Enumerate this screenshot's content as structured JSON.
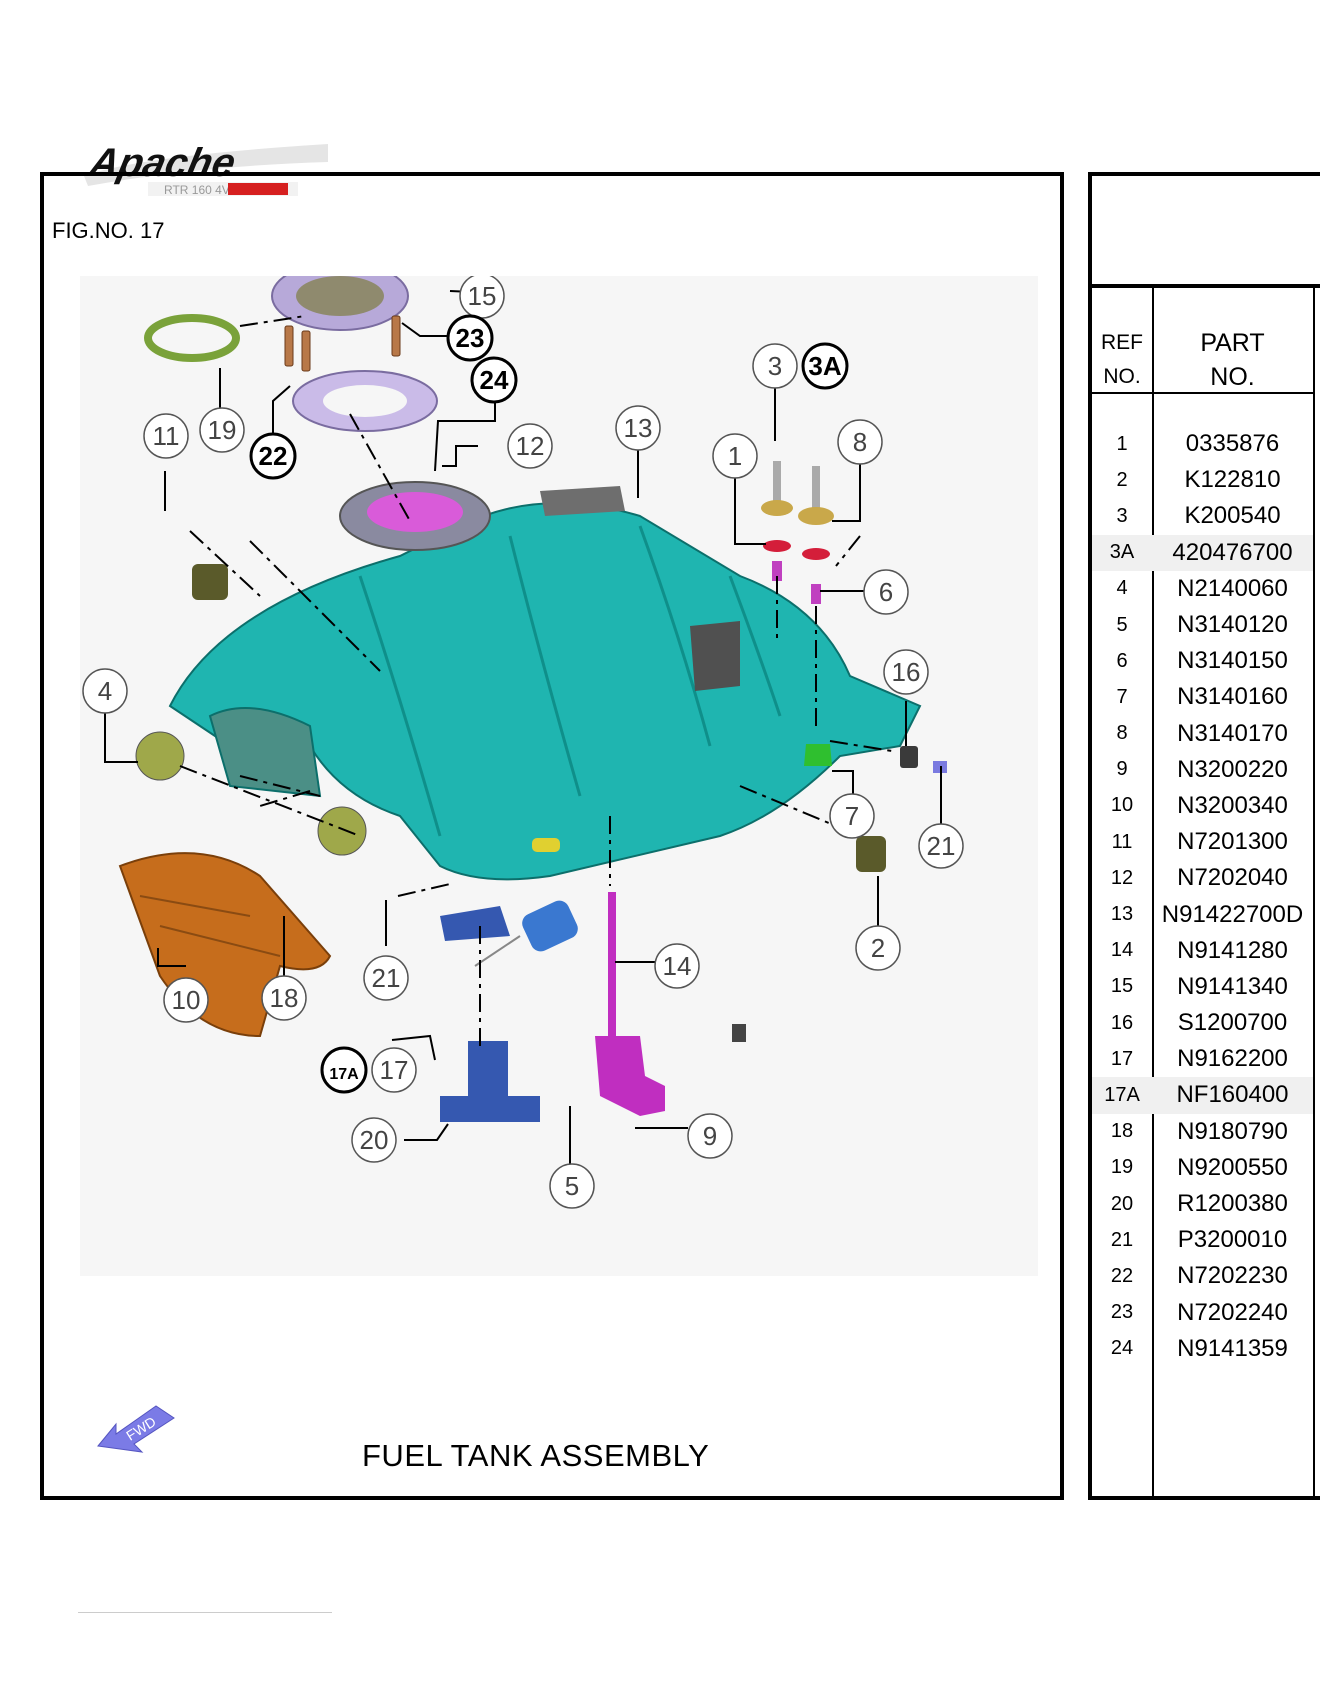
{
  "header": {
    "logo_text": "Apache",
    "logo_subtext": "RTR 160 4V",
    "fig_label": "FIG.NO. 17"
  },
  "diagram": {
    "title": "FUEL TANK ASSEMBLY",
    "fwd_label": "FWD",
    "callouts": [
      "1",
      "2",
      "3",
      "3A",
      "4",
      "5",
      "6",
      "7",
      "8",
      "9",
      "10",
      "11",
      "12",
      "13",
      "14",
      "15",
      "16",
      "17",
      "17A",
      "18",
      "19",
      "20",
      "21",
      "21",
      "22",
      "23",
      "24"
    ],
    "colors": {
      "tank": "#1fb5b0",
      "tank_dark": "#128b86",
      "fuel_cap": "#b7a9d9",
      "pump": "#3558b0",
      "fuel_cock": "#c02ec0",
      "heat_shield": "#c66d1c",
      "o_ring": "#7aa23a",
      "rubber": "#5a5a2a"
    }
  },
  "table": {
    "header_ref_line1": "REF",
    "header_ref_line2": "NO.",
    "header_part_line1": "PART",
    "header_part_line2": "NO.",
    "rows": [
      {
        "ref": "1",
        "part": "0335876",
        "shaded": false
      },
      {
        "ref": "2",
        "part": "K122810",
        "shaded": false
      },
      {
        "ref": "3",
        "part": "K200540",
        "shaded": false
      },
      {
        "ref": "3A",
        "part": "420476700",
        "shaded": true
      },
      {
        "ref": "4",
        "part": "N2140060",
        "shaded": false
      },
      {
        "ref": "5",
        "part": "N3140120",
        "shaded": false
      },
      {
        "ref": "6",
        "part": "N3140150",
        "shaded": false
      },
      {
        "ref": "7",
        "part": "N3140160",
        "shaded": false
      },
      {
        "ref": "8",
        "part": "N3140170",
        "shaded": false
      },
      {
        "ref": "9",
        "part": "N3200220",
        "shaded": false
      },
      {
        "ref": "10",
        "part": "N3200340",
        "shaded": false
      },
      {
        "ref": "11",
        "part": "N7201300",
        "shaded": false
      },
      {
        "ref": "12",
        "part": "N7202040",
        "shaded": false
      },
      {
        "ref": "13",
        "part": "N91422700D",
        "shaded": false
      },
      {
        "ref": "14",
        "part": "N9141280",
        "shaded": false
      },
      {
        "ref": "15",
        "part": "N9141340",
        "shaded": false
      },
      {
        "ref": "16",
        "part": "S1200700",
        "shaded": false
      },
      {
        "ref": "17",
        "part": "N9162200",
        "shaded": false
      },
      {
        "ref": "17A",
        "part": "NF160400",
        "shaded": true
      },
      {
        "ref": "18",
        "part": "N9180790",
        "shaded": false
      },
      {
        "ref": "19",
        "part": "N9200550",
        "shaded": false
      },
      {
        "ref": "20",
        "part": "R1200380",
        "shaded": false
      },
      {
        "ref": "21",
        "part": "P3200010",
        "shaded": false
      },
      {
        "ref": "22",
        "part": "N7202230",
        "shaded": false
      },
      {
        "ref": "23",
        "part": "N7202240",
        "shaded": false
      },
      {
        "ref": "24",
        "part": "N9141359",
        "shaded": false
      }
    ]
  }
}
